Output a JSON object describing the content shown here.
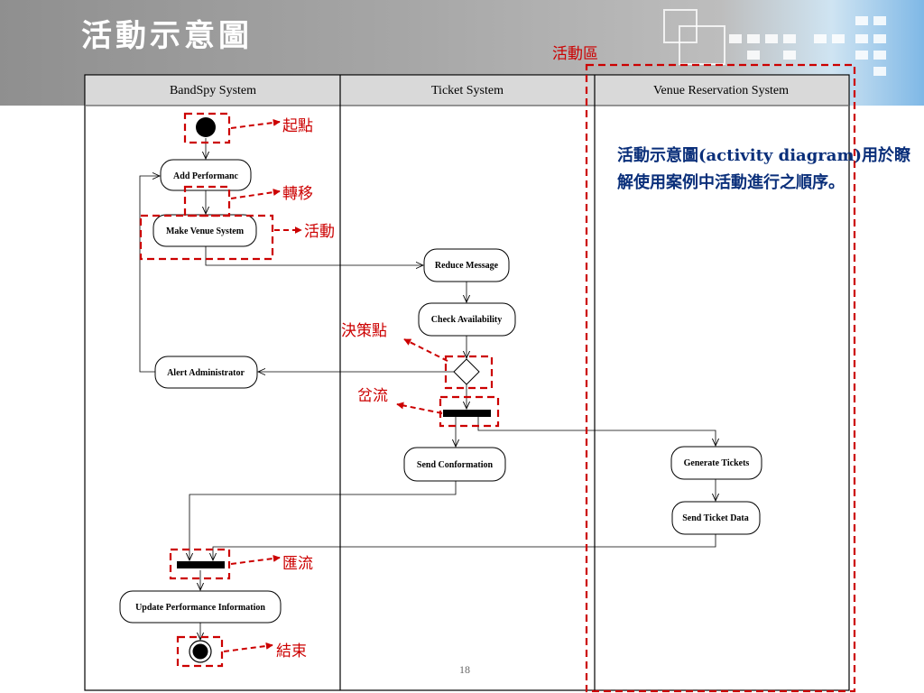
{
  "slide": {
    "title": "活動示意圖",
    "page_number": "18"
  },
  "lanes": [
    {
      "name": "BandSpy System"
    },
    {
      "name": "Ticket System"
    },
    {
      "name": "Venue Reservation System"
    }
  ],
  "nodes": {
    "add_performance": "Add Performanc",
    "make_venue": "Make Venue System",
    "reduce_message": "Reduce Message",
    "check_availability": "Check Availability",
    "alert_administrator": "Alert Administrator",
    "send_conformation": "Send Conformation",
    "generate_tickets": "Generate Tickets",
    "send_ticket_data": "Send Ticket Data",
    "update_performance": "Update Performance Information"
  },
  "annotations": {
    "swimlane": "活動區",
    "start": "起點",
    "transition": "轉移",
    "activity": "活動",
    "decision": "決策點",
    "fork": "岔流",
    "join": "匯流",
    "end": "結束"
  },
  "description": {
    "text": "活動示意圖(activity diagram)用於瞭解使用案例中活動進行之順序。"
  },
  "colors": {
    "annotation": "#cc0000",
    "description": "#0a2f7a"
  }
}
